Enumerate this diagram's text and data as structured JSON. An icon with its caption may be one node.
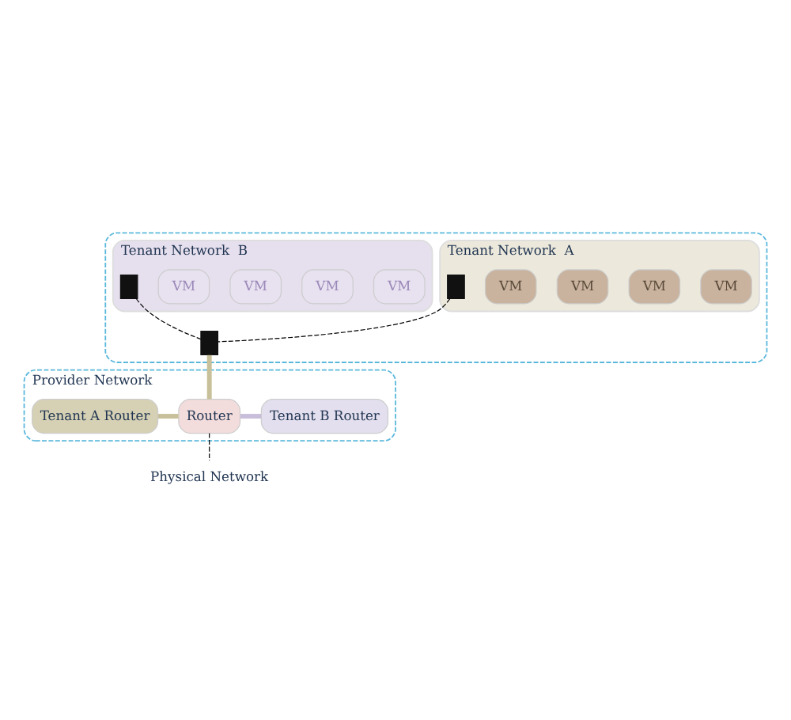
{
  "diagram": {
    "nodes": [
      {
        "text": [],
        "shape": "box"
      },
      {
        "text": [
          "Tenant Network  A"
        ],
        "in": 0
      },
      {
        "text": [
          "VM"
        ],
        "in": 1
      },
      {
        "text": [
          "VM"
        ],
        "in": 1
      },
      {
        "text": [
          "VM"
        ],
        "in": 1
      },
      {
        "text": [
          "VM"
        ],
        "in": 1
      },
      {
        "text": [
          "Tenant Network  B"
        ],
        "in": 0
      },
      {
        "text": [
          "VM"
        ],
        "in": 6
      },
      {
        "text": [
          "VM"
        ],
        "in": 6
      },
      {
        "text": [
          "VM"
        ],
        "in": 6
      },
      {
        "text": [
          "VM"
        ],
        "in": 6
      },
      {
        "text": [],
        "shape": "box",
        "in": 1
      },
      {
        "text": [],
        "shape": "box",
        "in": 6
      },
      {
        "text": [],
        "shape": "box",
        "in": 0
      },
      {
        "text": [
          "Provider Network"
        ]
      },
      {
        "text": [
          "Tenant A Router"
        ],
        "in": 14
      },
      {
        "text": [
          "Router"
        ],
        "in": 14
      },
      {
        "text": [
          "Tenant B Router"
        ],
        "in": 14
      },
      {
        "text": [
          "Physical Network"
        ]
      }
    ],
    "edges": [
      {
        "from": 11,
        "to": 13,
        "arrow": "none",
        "style": "dashed"
      },
      {
        "from": 12,
        "to": 13,
        "arrow": "none",
        "style": "dashed"
      },
      {
        "from": 13,
        "to": 16,
        "arrow": "none",
        "style": "thick",
        "color": "#c8c09a"
      },
      {
        "from": 15,
        "to": 16,
        "arrow": "none",
        "style": "thick",
        "color": "#c8c09a"
      },
      {
        "from": 16,
        "to": 17,
        "arrow": "none",
        "style": "thick",
        "color": "#c8bedb"
      },
      {
        "from": 16,
        "to": 18,
        "arrow": "none",
        "style": "dashed"
      }
    ]
  }
}
